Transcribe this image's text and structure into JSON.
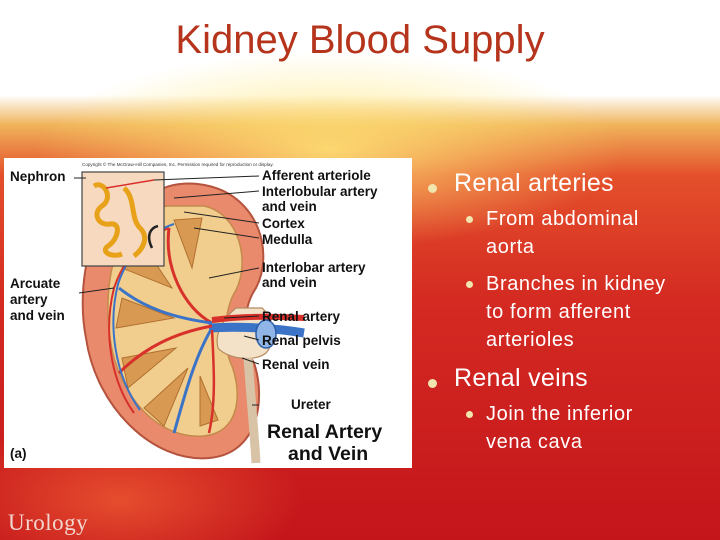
{
  "slide": {
    "title": "Kidney Blood Supply",
    "brand": "Urology",
    "colors": {
      "title": "#b5341b",
      "accent_red": "#c4151b",
      "bullet_text": "#ffffff"
    }
  },
  "figure": {
    "copyright": "Copyright © The McGraw-Hill Companies, Inc. Permission required for reproduction or display.",
    "labels": {
      "nephron": "Nephron",
      "afferent": "Afferent arteriole",
      "interlobular_1": "Interlobular artery",
      "interlobular_2": "and vein",
      "cortex": "Cortex",
      "medulla": "Medulla",
      "arcuate_1": "Arcuate",
      "arcuate_2": "artery",
      "arcuate_3": "and vein",
      "interlobar_1": "Interlobar artery",
      "interlobar_2": "and vein",
      "renal_artery": "Renal artery",
      "renal_pelvis": "Renal pelvis",
      "renal_vein": "Renal vein",
      "ureter": "Ureter",
      "caption_1": "Renal Artery",
      "caption_2": "and Vein",
      "panel": "(a)"
    }
  },
  "bullets": {
    "arteries": {
      "label": "Renal arteries",
      "items": [
        "From abdominal",
        "aorta",
        "Branches in kidney",
        "to form afferent",
        "arterioles"
      ]
    },
    "veins": {
      "label": "Renal veins",
      "items": [
        "Join the inferior",
        "vena cava"
      ]
    }
  }
}
